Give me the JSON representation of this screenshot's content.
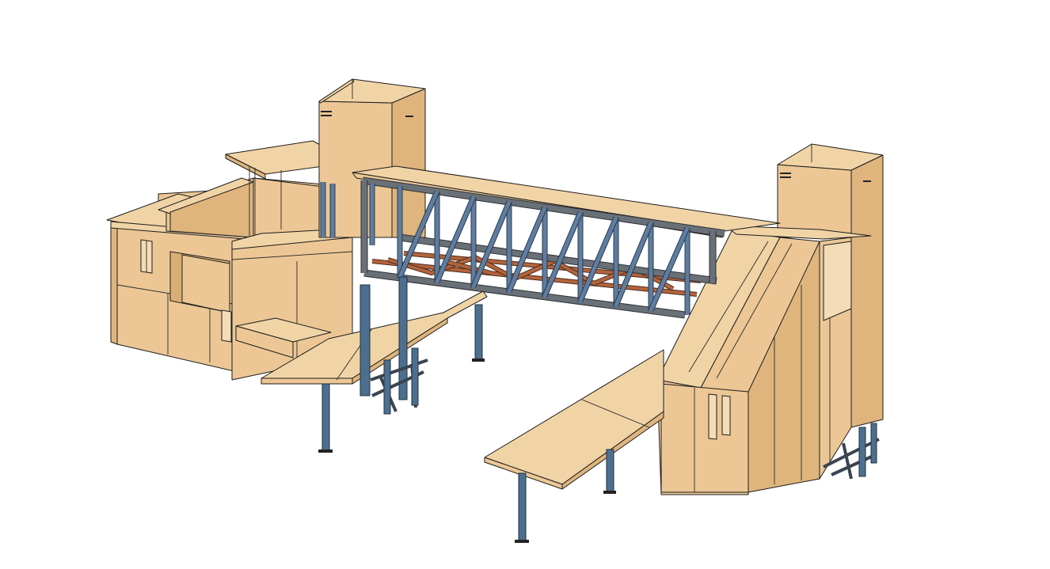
{
  "scene": {
    "palette": {
      "timber": "#ecc795",
      "timber_top": "#f1d4a6",
      "steel_truss": "#6a7077",
      "steel_column": "#4d6f8f",
      "floor_truss": "#b3643c",
      "background": "#ffffff"
    },
    "components": [
      "left-timber-building",
      "left-stair-tower",
      "steel-truss-bridge",
      "right-timber-building",
      "right-stair-tower",
      "left-walkway-platform",
      "right-walkway-platform",
      "steel-columns"
    ]
  }
}
